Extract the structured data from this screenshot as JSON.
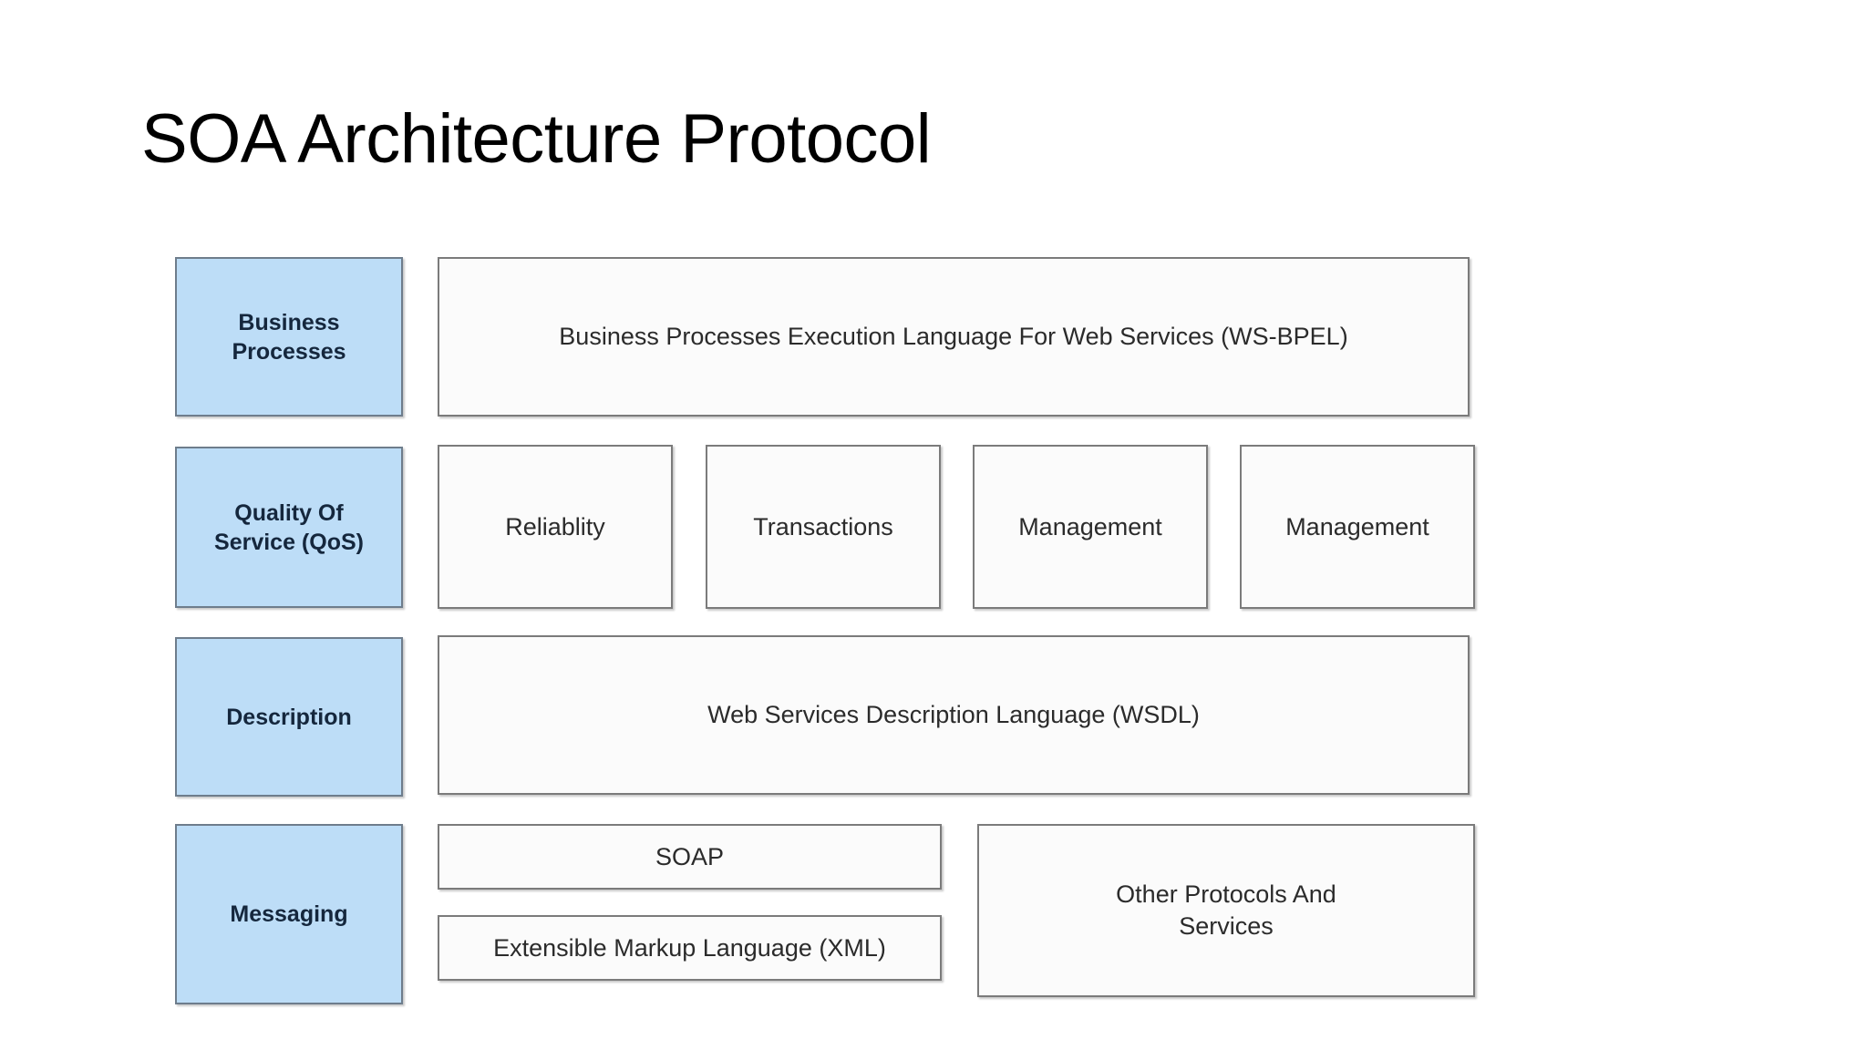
{
  "slide": {
    "title": "SOA Architecture Protocol",
    "colors": {
      "layer_fill": "#bdddf7",
      "layer_border": "#6e7d8c",
      "box_fill": "#fbfbfb",
      "box_border": "#7b7b7b",
      "layer_text": "#15273d",
      "box_text": "#2b2b2b",
      "title_text": "#000000",
      "background": "#ffffff"
    }
  },
  "diagram": {
    "type": "layered-stack",
    "rows": [
      {
        "layer_label": "Business\nProcesses",
        "layer_label_line1": "Business",
        "layer_label_line2": "Processes",
        "boxes": [
          {
            "label": "Business Processes Execution Language For Web Services (WS-BPEL)"
          }
        ]
      },
      {
        "layer_label_line1": "Quality Of",
        "layer_label_line2": "Service (QoS)",
        "boxes": [
          {
            "label": "Reliablity"
          },
          {
            "label": "Transactions"
          },
          {
            "label": "Management"
          },
          {
            "label": "Management"
          }
        ]
      },
      {
        "layer_label_line1": "Description",
        "layer_label_line2": "",
        "boxes": [
          {
            "label": "Web Services Description Language (WSDL)"
          }
        ]
      },
      {
        "layer_label_line1": "Messaging",
        "layer_label_line2": "",
        "boxes": [
          {
            "label": "SOAP"
          },
          {
            "label": "Extensible Markup Language (XML)"
          },
          {
            "label_line1": "Other Protocols And",
            "label_line2": "Services"
          }
        ]
      }
    ]
  }
}
